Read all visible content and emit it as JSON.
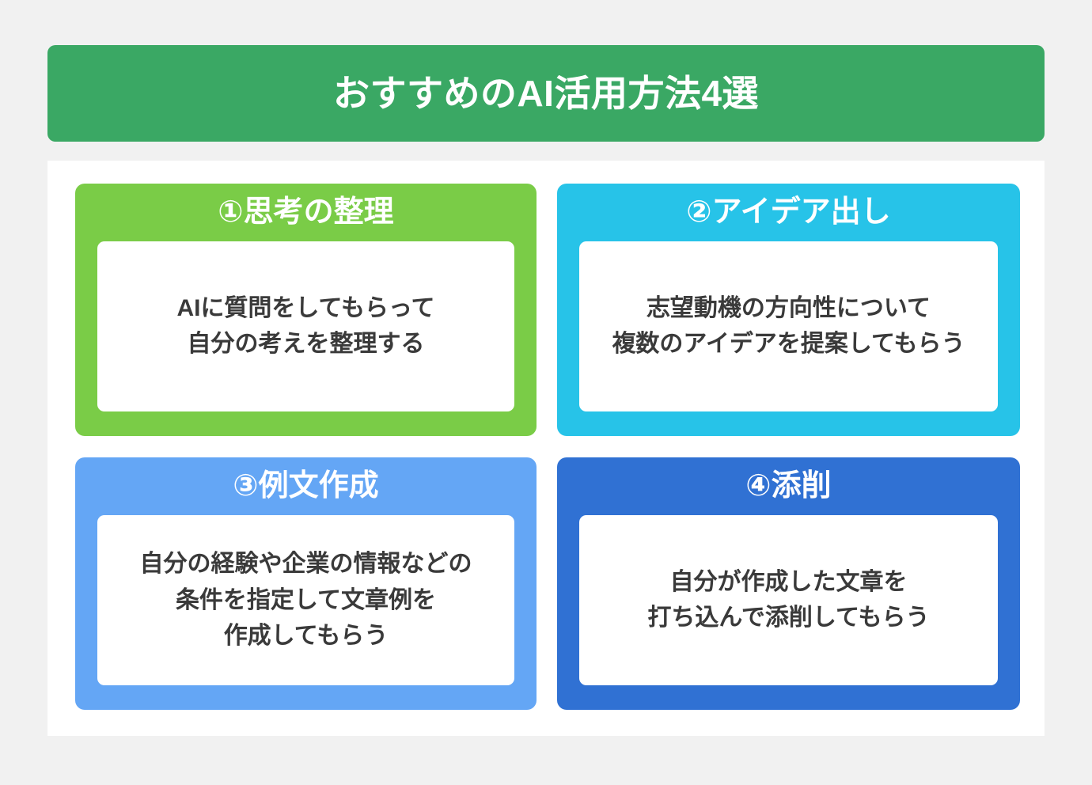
{
  "header": {
    "title": "おすすめのAI活用方法4選",
    "background_color": "#3aa864",
    "text_color": "#ffffff"
  },
  "panel": {
    "background_color": "#ffffff"
  },
  "page": {
    "background_color": "#f1f1f1"
  },
  "cards": [
    {
      "number": "①",
      "title": "①思考の整理",
      "body": "AIに質問をしてもらって\n自分の考えを整理する",
      "color": "#7acc47",
      "title_color": "#ffffff",
      "body_color": "#3a3a3a"
    },
    {
      "number": "②",
      "title": "②アイデア出し",
      "body": "志望動機の方向性について\n複数のアイデアを提案してもらう",
      "color": "#27c3e8",
      "title_color": "#ffffff",
      "body_color": "#3a3a3a"
    },
    {
      "number": "③",
      "title": "③例文作成",
      "body": "自分の経験や企業の情報などの\n条件を指定して文章例を\n作成してもらう",
      "color": "#64a6f5",
      "title_color": "#ffffff",
      "body_color": "#3a3a3a"
    },
    {
      "number": "④",
      "title": "④添削",
      "body": "自分が作成した文章を\n打ち込んで添削してもらう",
      "color": "#3071d3",
      "title_color": "#ffffff",
      "body_color": "#3a3a3a"
    }
  ]
}
